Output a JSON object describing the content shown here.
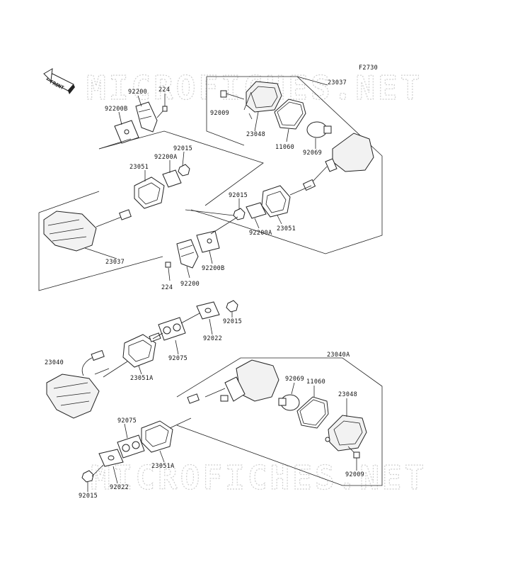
{
  "diagram_code": "F2730",
  "front_label": "FRONT",
  "watermark": "MICROFICHES.NET",
  "parts": {
    "p23037_top": "23037",
    "p23048_top": "23048",
    "p92009_top": "92009",
    "p11060_top": "11060",
    "p92069_top": "92069",
    "p92200_top": "92200",
    "p224_top": "224",
    "p92200B_top": "92200B",
    "p92015_a": "92015",
    "p92200A_a": "92200A",
    "p23051_a": "23051",
    "p23037_left": "23037",
    "p92015_b": "92015",
    "p92200A_b": "92200A",
    "p23051_b": "23051",
    "p92200B_mid": "92200B",
    "p224_mid": "224",
    "p92200_mid": "92200",
    "p92015_c": "92015",
    "p92022_a": "92022",
    "p92075_a": "92075",
    "p23040": "23040",
    "p23051A_a": "23051A",
    "p23040A": "23040A",
    "p92069_bot": "92069",
    "p11060_bot": "11060",
    "p23048_bot": "23048",
    "p92075_b": "92075",
    "p23051A_b": "23051A",
    "p92022_b": "92022",
    "p92009_bot": "92009",
    "p92015_d": "92015"
  }
}
